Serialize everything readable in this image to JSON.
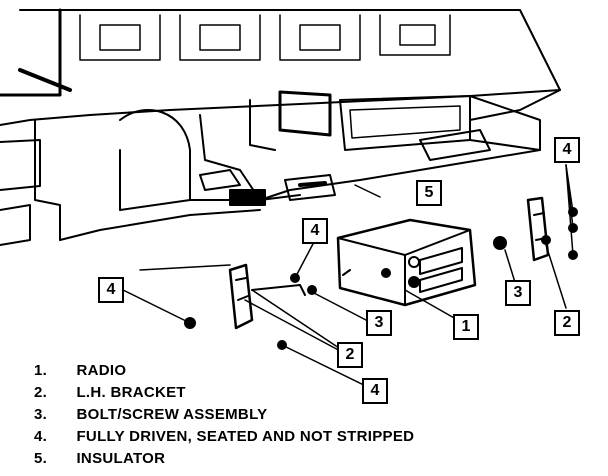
{
  "callouts": {
    "c1": "1",
    "c2a": "2",
    "c2b": "2",
    "c3a": "3",
    "c3b": "3",
    "c4a": "4",
    "c4b": "4",
    "c4c": "4",
    "c4d": "4",
    "c5": "5"
  },
  "legend": [
    {
      "num": "1.",
      "label": "RADIO"
    },
    {
      "num": "2.",
      "label": "L.H. BRACKET"
    },
    {
      "num": "3.",
      "label": "BOLT/SCREW ASSEMBLY"
    },
    {
      "num": "4.",
      "label": "FULLY DRIVEN, SEATED AND NOT STRIPPED"
    },
    {
      "num": "5.",
      "label": "INSULATOR"
    }
  ]
}
